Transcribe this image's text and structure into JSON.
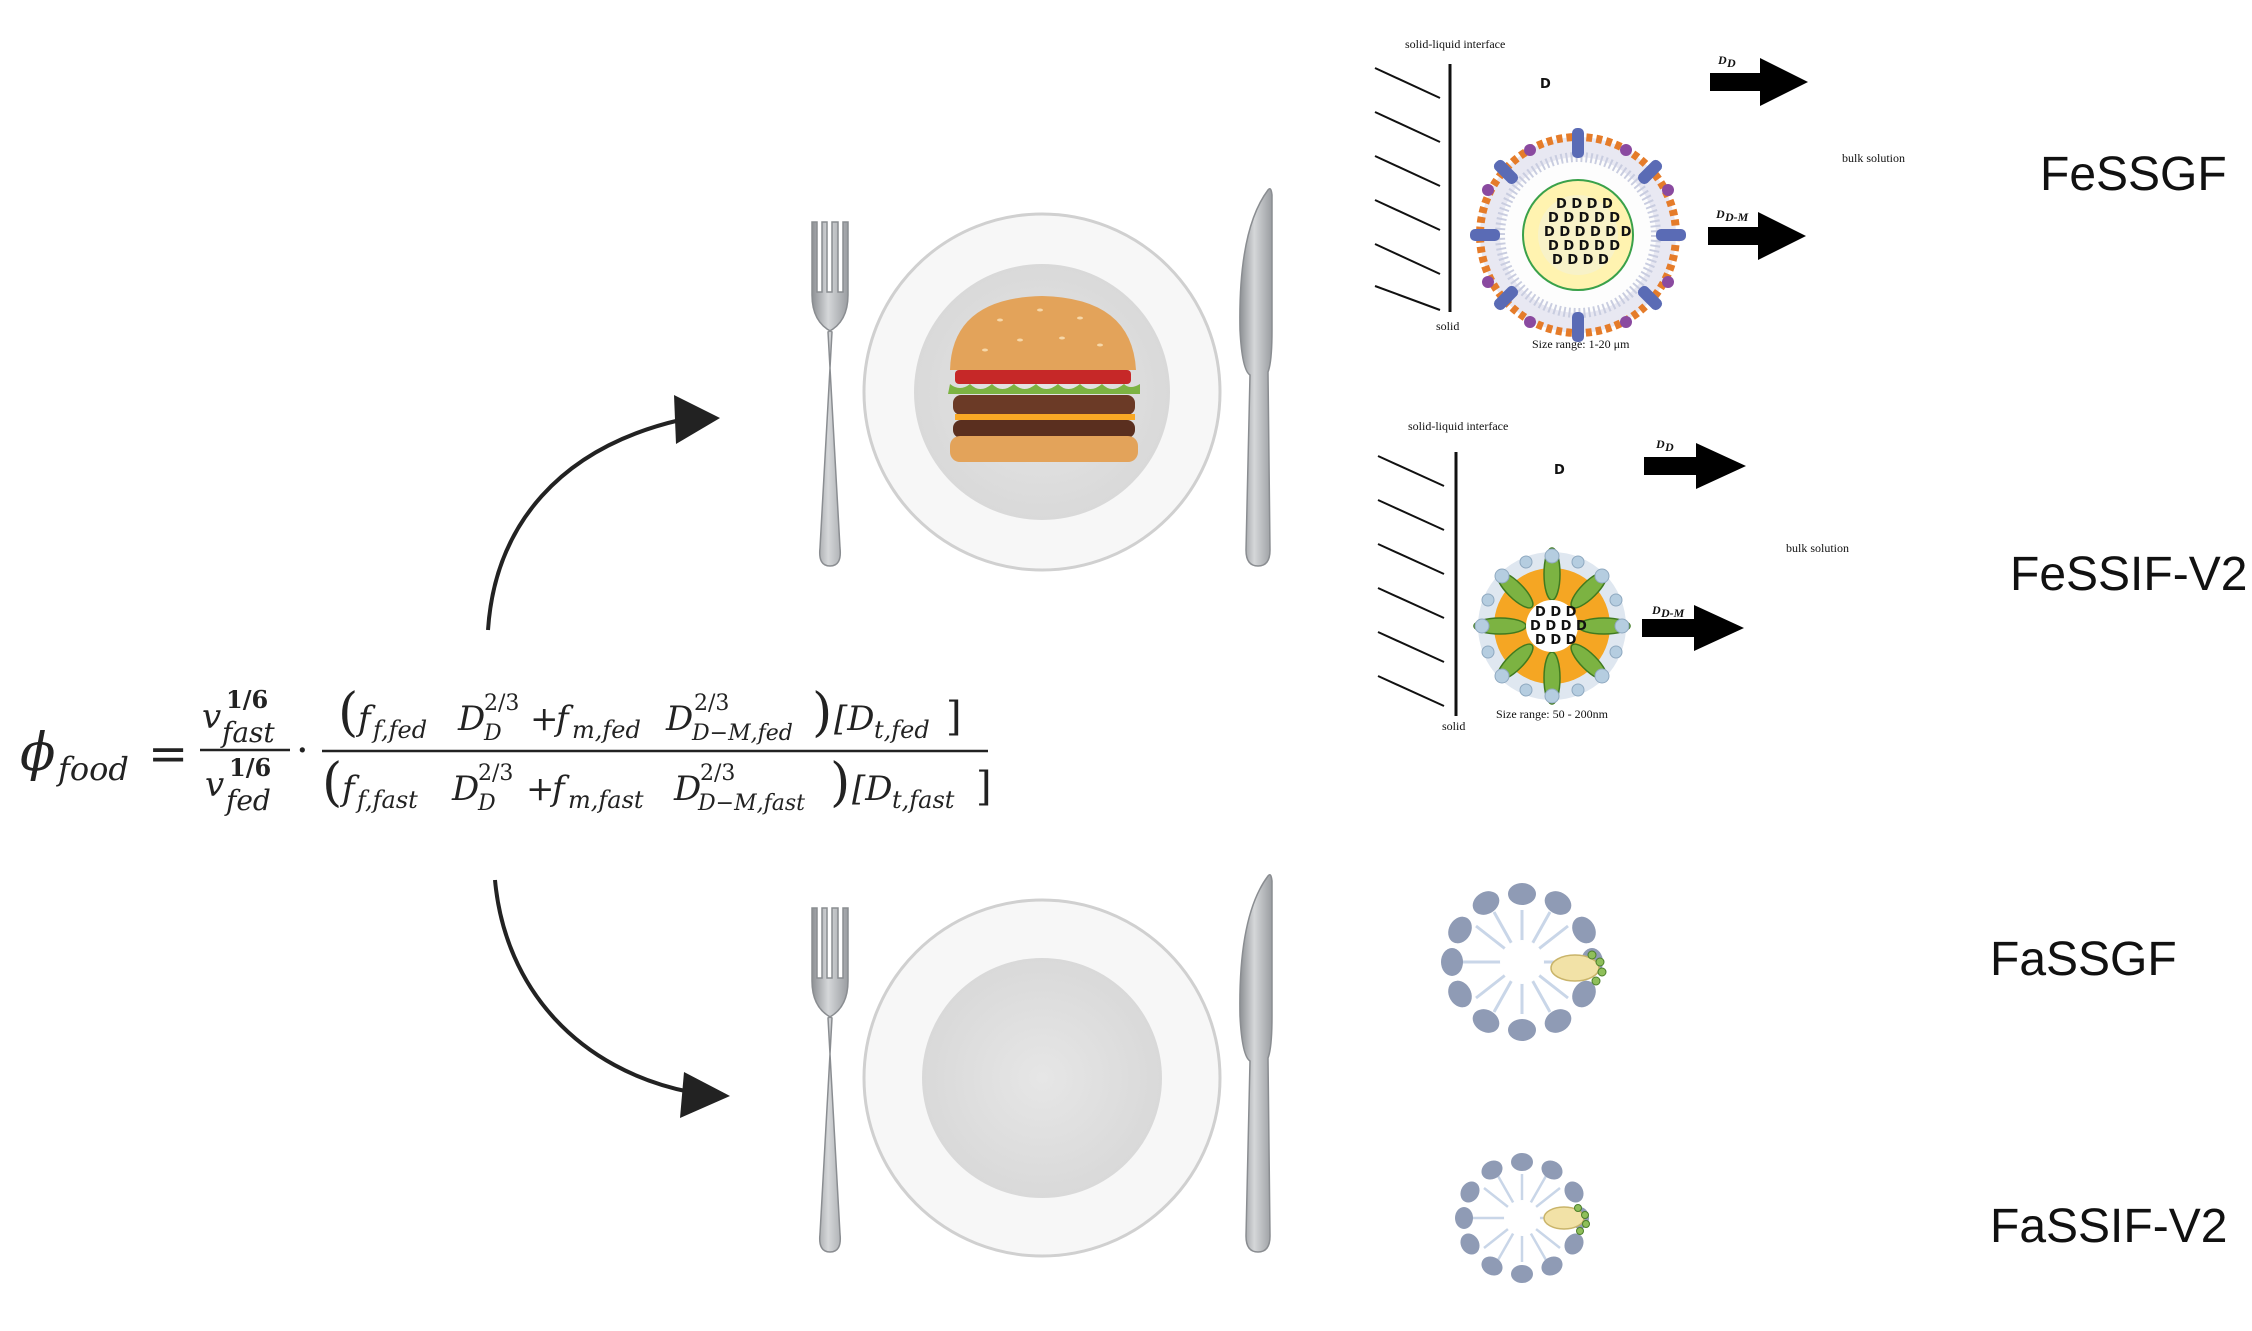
{
  "equation": {
    "lhs_symbol": "ϕ",
    "lhs_sub": "food",
    "equals": "=",
    "nu": "v",
    "exp_1_6": "1/6",
    "sub_fast": "fast",
    "sub_fed": "fed",
    "dot": "·",
    "f": "f",
    "plus": "+",
    "sub_ffed": "f,fed",
    "sub_mfed": "m,fed",
    "sub_ffast": "f,fast",
    "sub_mfast": "m,fast",
    "D": "D",
    "exp_2_3": "2/3",
    "sub_D": "D",
    "sub_DM_fed": "D−M,fed",
    "sub_DM_fast": "D−M,fast",
    "Dt_fed": "[D",
    "Dt_fed_sub": "t,fed",
    "Dt_fast_sub": "t,fast",
    "lparen": "(",
    "rparen": ")",
    "rbracket": "]"
  },
  "media": {
    "fessgf": "FeSSGF",
    "fessif": "FeSSIF-V2",
    "fassgf": "FaSSGF",
    "fassif": "FaSSIF-V2"
  },
  "micelle_diagrams": {
    "top": {
      "interface": "solid-liquid interface",
      "solid": "solid",
      "bulk": "bulk solution",
      "d": "D",
      "dd": "D",
      "dd_sub": "D",
      "ddm_sub": "D-M",
      "size": "Size range: 1-20 μm"
    },
    "middle": {
      "interface": "solid-liquid interface",
      "solid": "solid",
      "bulk": "bulk solution",
      "d": "D",
      "dd": "D",
      "dd_sub": "D",
      "ddm_sub": "D-M",
      "size": "Size range: 50 - 200nm"
    }
  },
  "icons": {
    "burger": "burger-icon",
    "fork": "fork-icon",
    "knife": "knife-icon",
    "plate": "plate-icon",
    "arrow": "curved-arrow-icon"
  },
  "colors": {
    "plate_rim": "#f7f7f7",
    "plate_center": "#e2e2e2",
    "cutlery": "#a7a9ac",
    "bun": "#e3a35a",
    "patty": "#6b3a26",
    "lettuce": "#7cb342",
    "tomato": "#c62828",
    "cheese": "#f9a825",
    "micelle_blue": "#8f9bb5",
    "micelle_orange": "#f39c12"
  }
}
